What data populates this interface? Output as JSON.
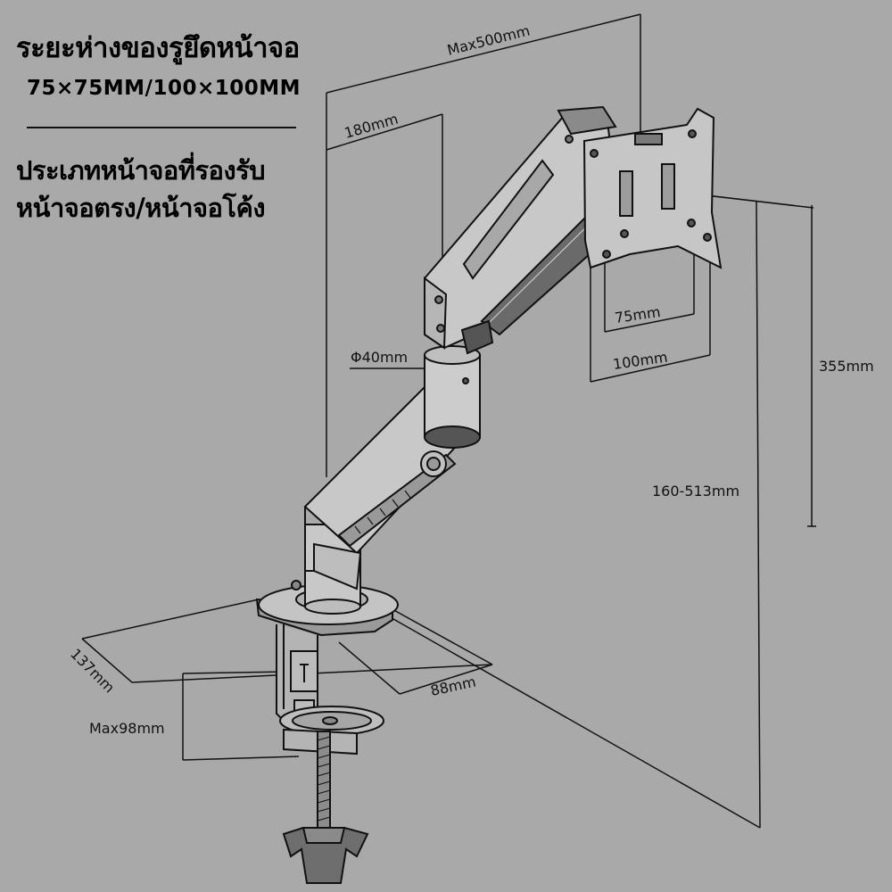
{
  "header": {
    "line1": "ระยะห่างของรูยึดหน้าจอ",
    "line2": "75×75MM/100×100MM",
    "line3": "ประเภทหน้าจอที่รองรับ",
    "line4": "หน้าจอตรง/หน้าจอโค้ง"
  },
  "dimensions": {
    "max_reach": "Max500mm",
    "arm_length": "180mm",
    "pole_diameter": "Φ40mm",
    "vesa_75": "75mm",
    "vesa_100": "100mm",
    "tilt_height": "355mm",
    "height_range": "160-513mm",
    "base_depth": "137mm",
    "base_width": "88mm",
    "clamp_max": "Max98mm"
  }
}
